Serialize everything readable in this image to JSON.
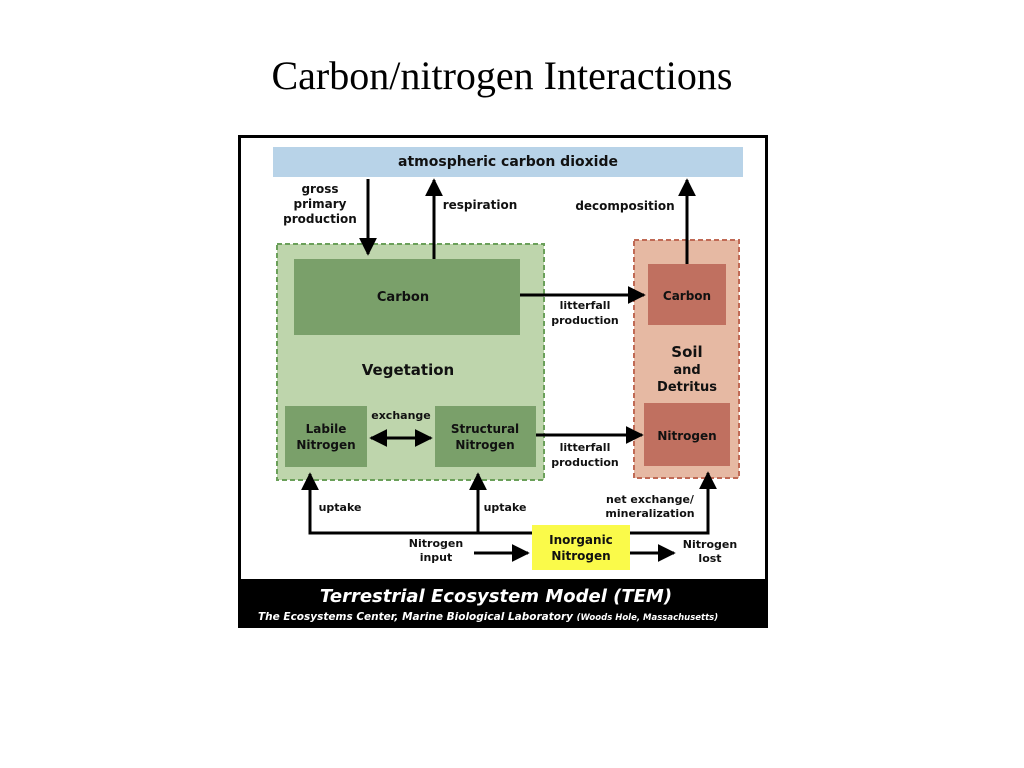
{
  "slide": {
    "title": "Carbon/nitrogen Interactions"
  },
  "diagram": {
    "atmosphere": "atmospheric carbon dioxide",
    "flows": {
      "gpp": [
        "gross",
        "primary",
        "production"
      ],
      "respiration": "respiration",
      "decomposition": "decomposition",
      "litterfall_carbon": [
        "litterfall",
        "production"
      ],
      "litterfall_nitrogen": [
        "litterfall",
        "production"
      ],
      "exchange": "exchange",
      "uptake_left": "uptake",
      "uptake_right": "uptake",
      "net_exchange": [
        "net exchange/",
        "mineralization"
      ],
      "nitrogen_input": [
        "Nitrogen",
        "input"
      ],
      "nitrogen_lost": [
        "Nitrogen",
        "lost"
      ]
    },
    "vegetation": {
      "label": "Vegetation",
      "carbon": "Carbon",
      "labile": [
        "Labile",
        "Nitrogen"
      ],
      "structural": [
        "Structural",
        "Nitrogen"
      ]
    },
    "soil": {
      "label": [
        "Soil",
        "and",
        "Detritus"
      ],
      "carbon": "Carbon",
      "nitrogen": "Nitrogen"
    },
    "inorganic": [
      "Inorganic",
      "Nitrogen"
    ],
    "caption": {
      "title": "Terrestrial Ecosystem Model (TEM)",
      "credit_main": "The Ecosystems Center,  Marine Biological Laboratory",
      "credit_location": "(Woods Hole, Massachusetts)"
    },
    "colors": {
      "atmosphere_fill": "#b8d3e8",
      "vegetation_fill": "#bed5ac",
      "vegetation_border": "#6ba05a",
      "vegetation_box": "#7aa06a",
      "soil_fill": "#e6b9a3",
      "soil_border": "#c06a55",
      "soil_box": "#c07060",
      "inorganic_fill": "#fafa4a",
      "caption_bg": "#000000"
    }
  }
}
